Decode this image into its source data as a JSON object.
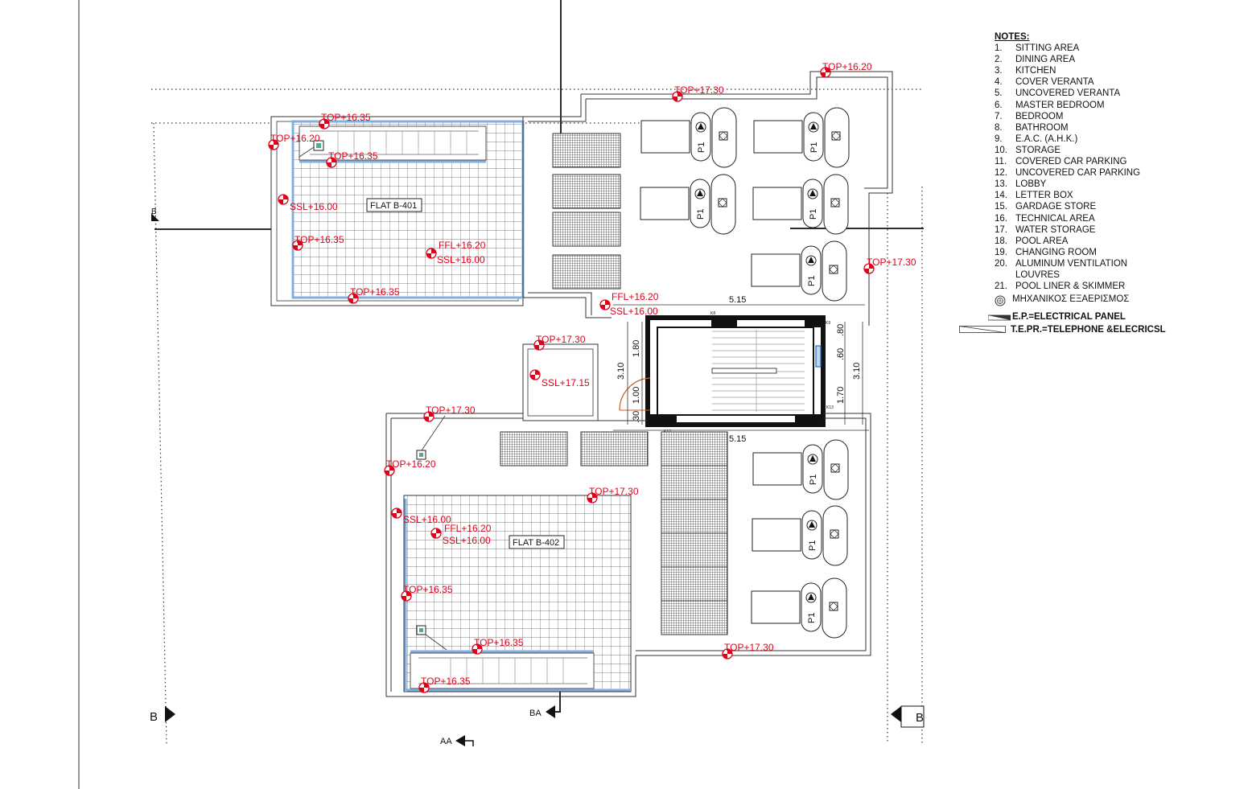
{
  "notes": {
    "title": "NOTES:",
    "items": [
      {
        "num": "1.",
        "text": "SITTING AREA"
      },
      {
        "num": "2.",
        "text": "DINING AREA"
      },
      {
        "num": "3.",
        "text": "KITCHEN"
      },
      {
        "num": "4.",
        "text": "COVER VERANTA"
      },
      {
        "num": "5.",
        "text": "UNCOVERED VERANTA"
      },
      {
        "num": "6.",
        "text": "MASTER BEDROOM"
      },
      {
        "num": "7.",
        "text": "BEDROOM"
      },
      {
        "num": "8.",
        "text": "BATHROOM"
      },
      {
        "num": "9.",
        "text": "E.A.C. (A.H.K.)"
      },
      {
        "num": "10.",
        "text": "STORAGE"
      },
      {
        "num": "11.",
        "text": "COVERED CAR PARKING"
      },
      {
        "num": "12.",
        "text": "UNCOVERED CAR PARKING"
      },
      {
        "num": "13.",
        "text": "LOBBY"
      },
      {
        "num": "14.",
        "text": "LETTER BOX"
      },
      {
        "num": "15.",
        "text": "GARDAGE STORE"
      },
      {
        "num": "16.",
        "text": "TECHNICAL AREA"
      },
      {
        "num": "17.",
        "text": "WATER STORAGE"
      },
      {
        "num": "18.",
        "text": "POOL AREA"
      },
      {
        "num": "19.",
        "text": "CHANGING ROOM"
      },
      {
        "num": "20.",
        "text": "ALUMINUM VENTILATION"
      },
      {
        "num": "",
        "text": "LOUVRES"
      },
      {
        "num": "21.",
        "text": "POOL LINER & SKIMMER"
      }
    ],
    "mechanical_vent": "ΜΗΧΑΝΙΚΟΣ ΕΞΑΕΡΙΣΜΟΣ",
    "electrical_panel": "E.P.=ELECTRICAL PANEL",
    "telephone": "T.E.PR.=TELEPHONE &ELECRICSL"
  },
  "flats": {
    "b401": "FLAT B-401",
    "b402": "FLAT B-402"
  },
  "levels": {
    "top_1620_a": "TOP+16.20",
    "top_1730_a": "TOP+17.30",
    "top_1635_a": "TOP+16.35",
    "top_1620_b": "TOP+16.20",
    "top_1635_b": "TOP+16.35",
    "ssl_1600_a": "SSL+16.00",
    "top_1635_c": "TOP+16.35",
    "ffl_1620_a": "FFL+16.20",
    "ssl_1600_b": "SSL+16.00",
    "top_1635_d": "TOP+16.35",
    "ffl_1620_b": "FFL+16.20",
    "ssl_1600_c": "SSL+16.00",
    "top_1730_b": "TOP+17.30",
    "top_1730_c": "TOP+17.30",
    "ssl_1715": "SSL+17.15",
    "top_1730_d": "TOP+17.30",
    "top_1620_c": "TOP+16.20",
    "top_1730_e": "TOP+17.30",
    "ssl_1600_d": "SSL+16.00",
    "ffl_1620_c": "FFL+16.20",
    "ssl_1600_e": "SSL+16.00",
    "top_1635_e": "TOP+16.35",
    "top_1635_f": "TOP+16.35",
    "top_1635_g": "TOP+16.35",
    "top_1730_f": "TOP+17.30"
  },
  "dims": {
    "width_top": "5.15",
    "width_bottom": "5.15",
    "d_310_left": "3.10",
    "d_180": "1.80",
    "d_100": "1.00",
    "d_30": ".30",
    "d_80": ".80",
    "d_60": ".60",
    "d_170": "1.70",
    "d_310_right": "3.10"
  },
  "equipment": {
    "p1": "P1",
    "k8": "K8",
    "k9": "K9",
    "k13": "K13",
    "k12": "K12"
  },
  "sections": {
    "b": "B",
    "ba": "BA",
    "aa": "AA"
  },
  "colors": {
    "red": "#e0001a",
    "blue": "#7fb0e0",
    "black": "#111111"
  }
}
